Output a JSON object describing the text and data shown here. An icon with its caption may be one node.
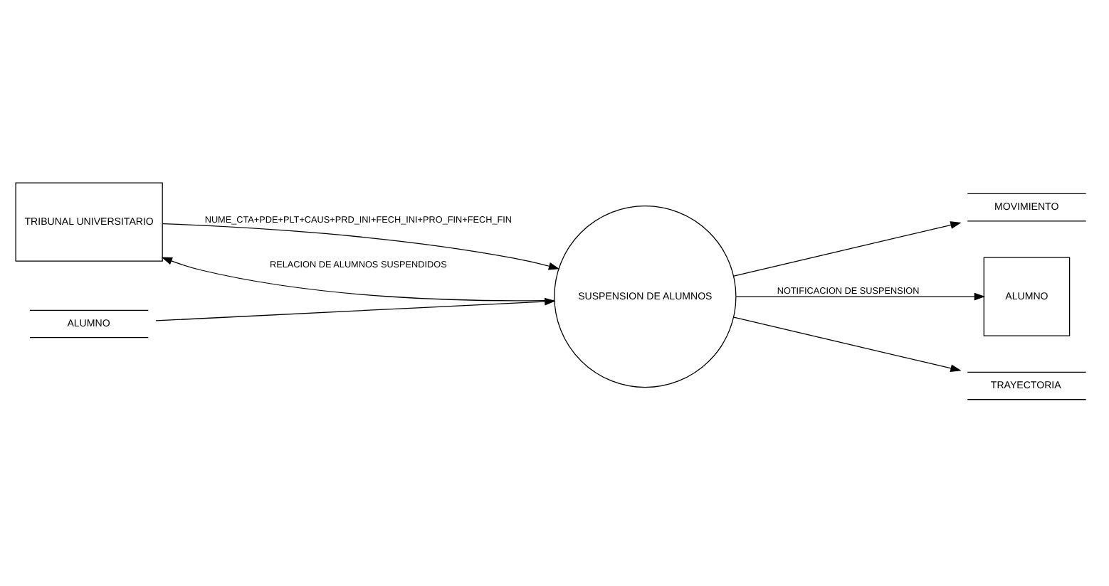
{
  "diagram": {
    "nodes": [
      {
        "text": [
          "TRIBUNAL UNIVERSITARIO"
        ]
      },
      {
        "text": [
          "ALUMNO"
        ]
      },
      {
        "text": [
          "SUSPENSION DE ALUMNOS"
        ]
      },
      {
        "text": [
          "MOVIMIENTO"
        ]
      },
      {
        "text": [
          "ALUMNO"
        ]
      },
      {
        "text": [
          "TRAYECTORIA"
        ]
      }
    ],
    "edges": [
      {
        "from": 0,
        "to": 2,
        "arrow": "to",
        "label": "NUME_CTA+PDE+PLT+CAUS+PRD_INI+FECH_INI+PRO_FIN+FECH_FIN"
      },
      {
        "from": 1,
        "to": 2,
        "arrow": "to"
      },
      {
        "from": 2,
        "to": 0,
        "arrow": "to",
        "label": "RELACION DE ALUMNOS SUSPENDIDOS"
      },
      {
        "from": 2,
        "to": 3,
        "arrow": "to"
      },
      {
        "from": 2,
        "to": 4,
        "arrow": "to",
        "label": "NOTIFICACION DE SUSPENSION"
      },
      {
        "from": 2,
        "to": 5,
        "arrow": "to"
      }
    ]
  }
}
